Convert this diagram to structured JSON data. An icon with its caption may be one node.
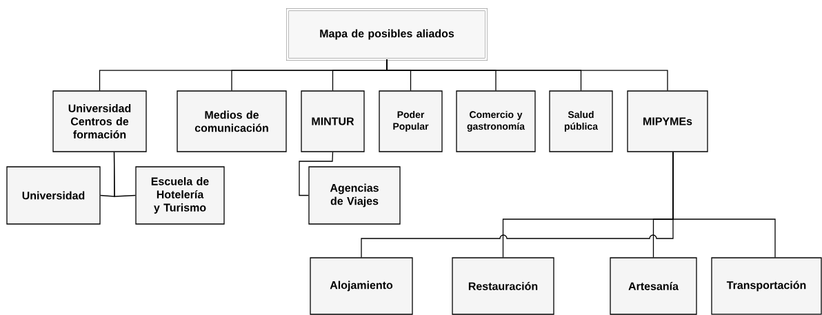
{
  "diagram": {
    "nodes": [
      {
        "text": [
          "Mapa de posibles aliados"
        ]
      },
      {
        "text": [
          "Universidad Centros de formación"
        ]
      },
      {
        "text": [
          "Medios de comunicación"
        ]
      },
      {
        "text": [
          "MINTUR"
        ]
      },
      {
        "text": [
          "Poder Popular"
        ]
      },
      {
        "text": [
          "Comercio y gastronomía"
        ]
      },
      {
        "text": [
          "Salud pública"
        ]
      },
      {
        "text": [
          "MIPYMEs"
        ]
      },
      {
        "text": [
          "Universidad"
        ]
      },
      {
        "text": [
          "Escuela de Hotelería y Turismo"
        ]
      },
      {
        "text": [
          "Agencias de Viajes"
        ]
      },
      {
        "text": [
          "Alojamiento"
        ]
      },
      {
        "text": [
          "Restauración"
        ]
      },
      {
        "text": [
          "Artesanía"
        ]
      },
      {
        "text": [
          "Transportación"
        ]
      }
    ],
    "edges": [
      {
        "from": 0,
        "to": 1,
        "arrow": "none"
      },
      {
        "from": 0,
        "to": 2,
        "arrow": "none"
      },
      {
        "from": 0,
        "to": 3,
        "arrow": "none"
      },
      {
        "from": 0,
        "to": 4,
        "arrow": "none"
      },
      {
        "from": 0,
        "to": 5,
        "arrow": "none"
      },
      {
        "from": 0,
        "to": 6,
        "arrow": "none"
      },
      {
        "from": 0,
        "to": 7,
        "arrow": "none"
      },
      {
        "from": 1,
        "to": 8,
        "arrow": "none"
      },
      {
        "from": 1,
        "to": 9,
        "arrow": "none"
      },
      {
        "from": 3,
        "to": 10,
        "arrow": "none"
      },
      {
        "from": 7,
        "to": 11,
        "arrow": "none"
      },
      {
        "from": 7,
        "to": 12,
        "arrow": "none"
      },
      {
        "from": 7,
        "to": 13,
        "arrow": "none"
      },
      {
        "from": 7,
        "to": 14,
        "arrow": "none"
      }
    ]
  }
}
